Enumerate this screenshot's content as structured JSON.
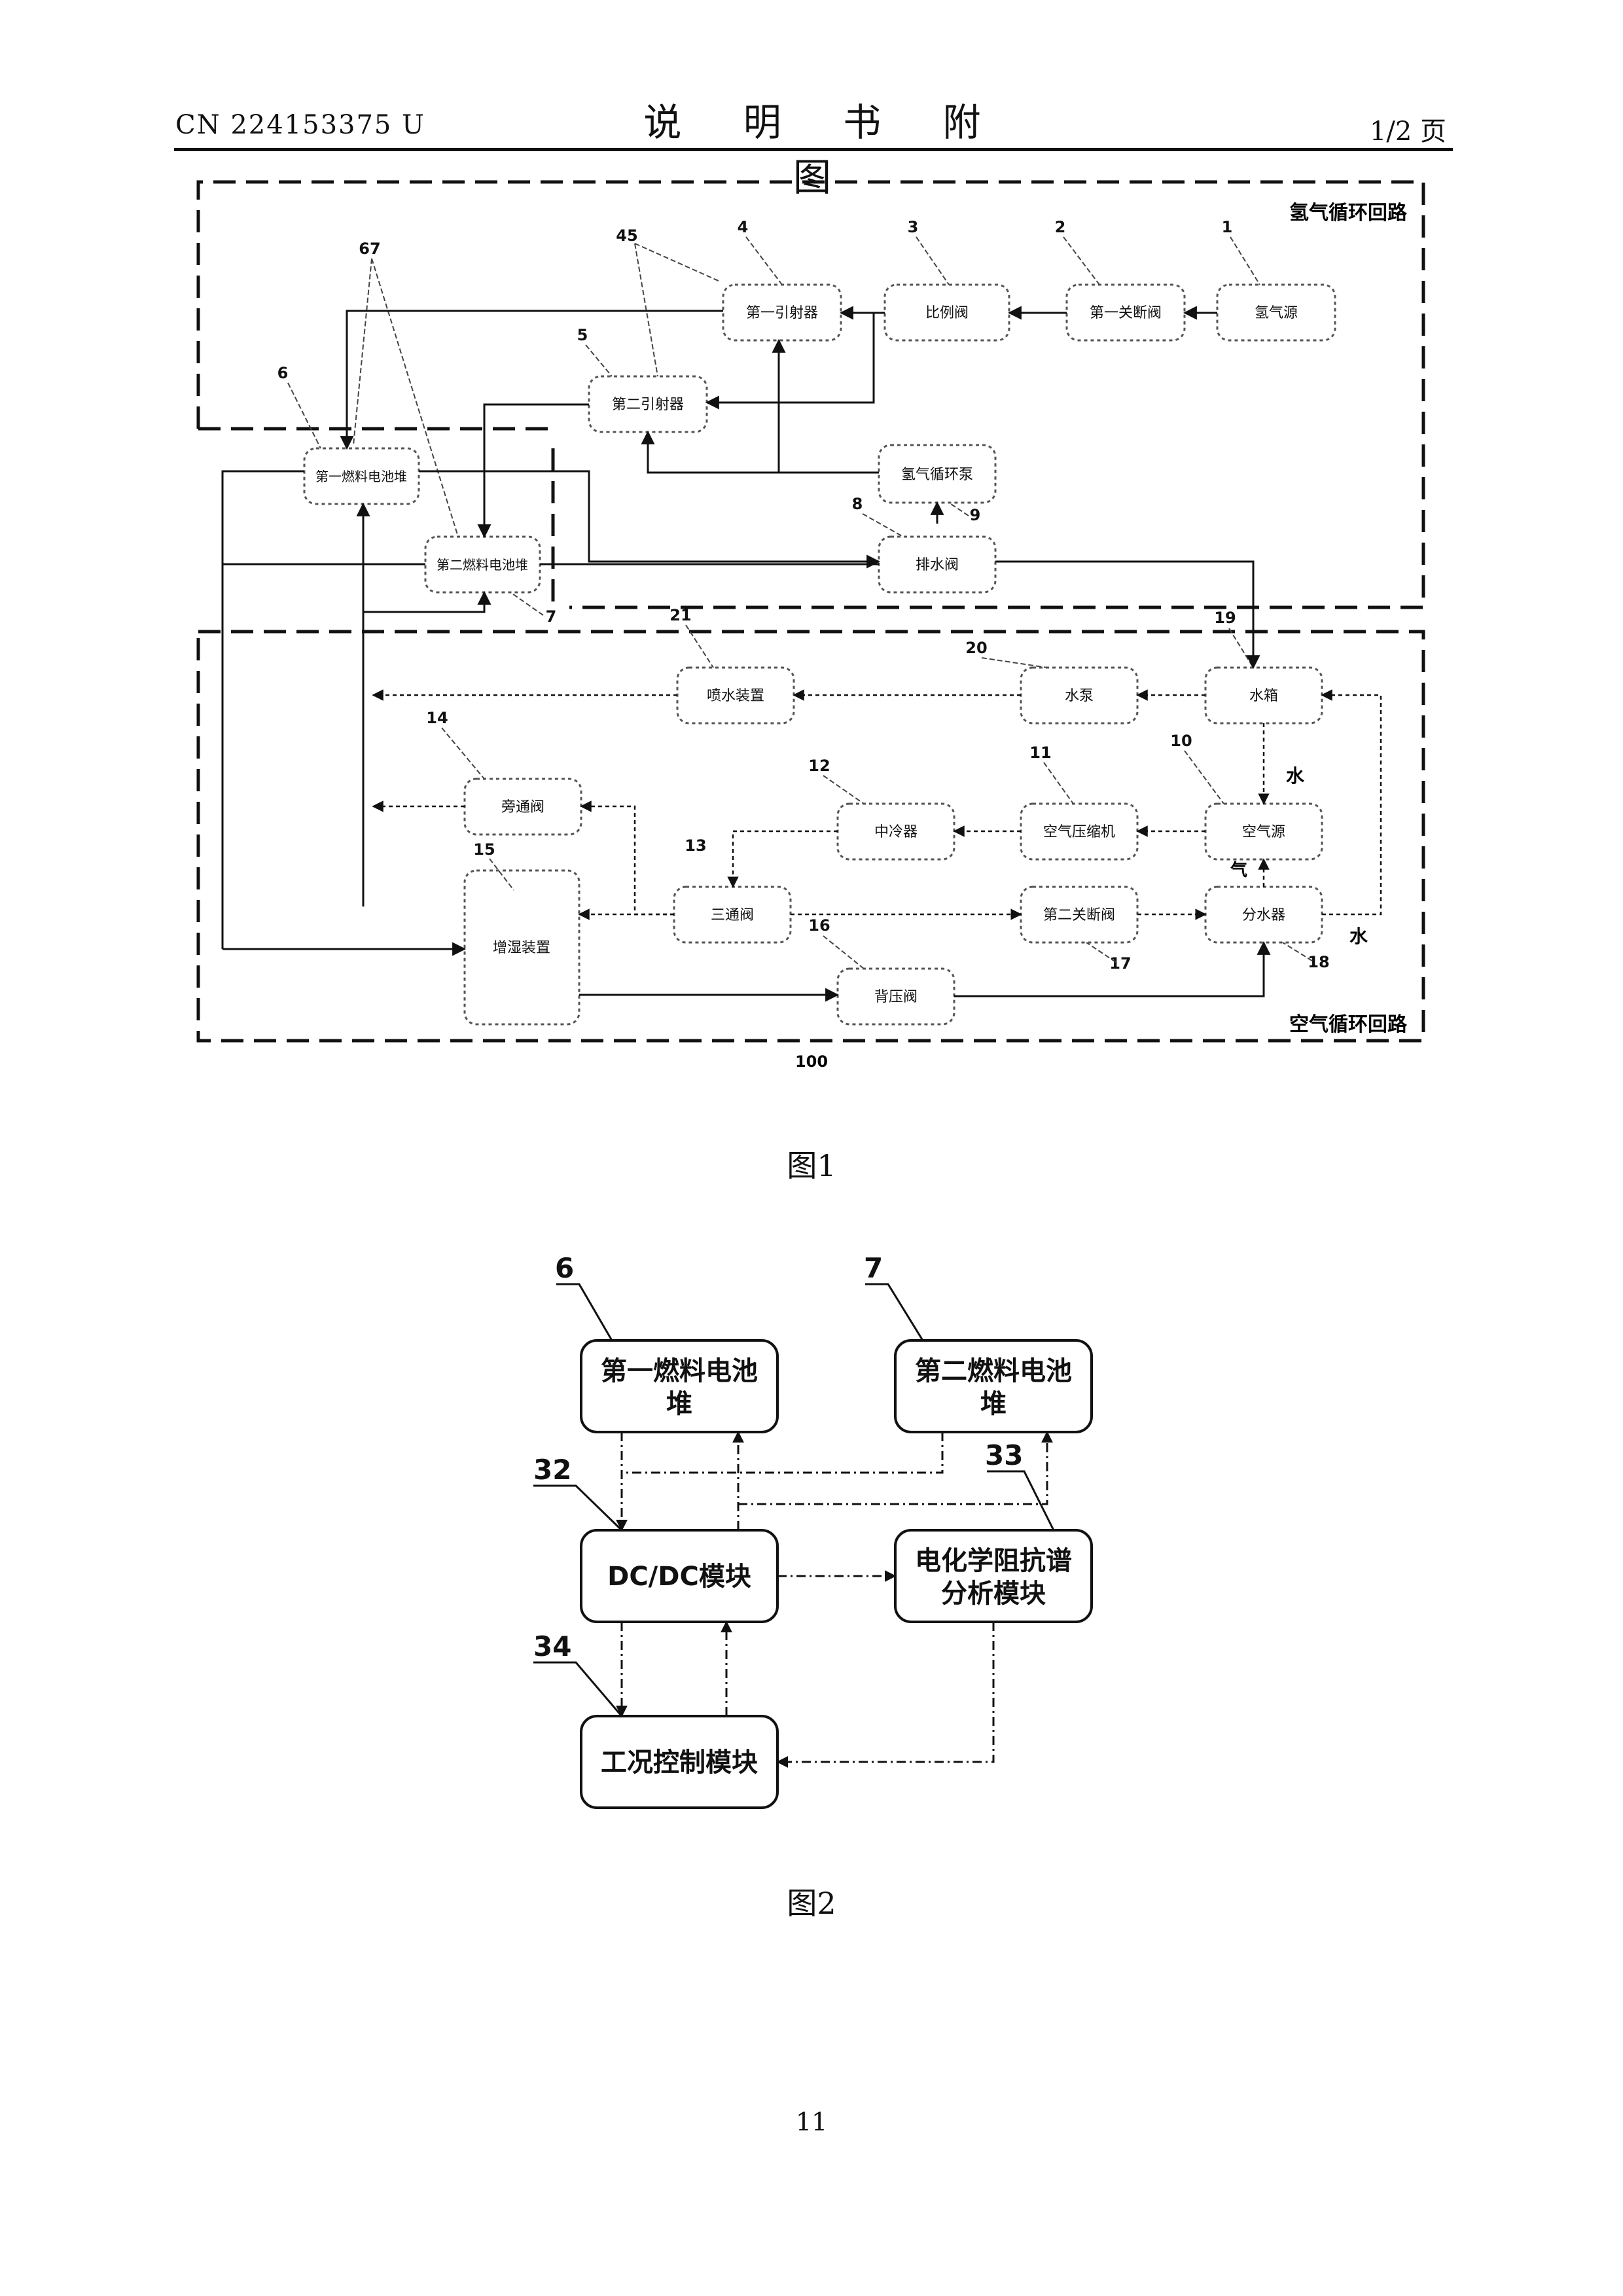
{
  "header": {
    "patent_number": "CN 224153375 U",
    "section_title": "说 明 书 附 图",
    "page_indicator": "1/2 页"
  },
  "figure1": {
    "caption": "图1",
    "system_ref": "100",
    "loop_labels": {
      "hydrogen": "氢气循环回路",
      "air": "空气循环回路"
    },
    "blocks": {
      "hydrogen_source": {
        "ref": "1",
        "label": "氢气源"
      },
      "first_shutoff_valve": {
        "ref": "2",
        "label": "第一关断阀"
      },
      "proportional_valve": {
        "ref": "3",
        "label": "比例阀"
      },
      "first_ejector": {
        "ref": "4",
        "label": "第一引射器"
      },
      "ejector_group_ref": "45",
      "second_ejector": {
        "ref": "5",
        "label": "第二引射器"
      },
      "first_stack": {
        "ref": "6",
        "label": "第一燃料电池堆"
      },
      "stack_group_ref": "67",
      "second_stack": {
        "ref": "7",
        "label": "第二燃料电池堆"
      },
      "drain_valve": {
        "ref": "8",
        "label": "排水阀"
      },
      "hydrogen_pump": {
        "ref": "9",
        "label": "氢气循环泵"
      },
      "air_source": {
        "ref": "10",
        "label": "空气源"
      },
      "air_compressor": {
        "ref": "11",
        "label": "空气压缩机"
      },
      "intercooler": {
        "ref": "12",
        "label": "中冷器"
      },
      "three_way_valve": {
        "ref": "13",
        "label": "三通阀"
      },
      "bypass_valve": {
        "ref": "14",
        "label": "旁通阀"
      },
      "humidifier": {
        "ref": "15",
        "label": "增湿装置"
      },
      "back_pressure_valve": {
        "ref": "16",
        "label": "背压阀"
      },
      "second_shutoff_valve": {
        "ref": "17",
        "label": "第二关断阀"
      },
      "water_separator": {
        "ref": "18",
        "label": "分水器"
      },
      "water_tank": {
        "ref": "19",
        "label": "水箱"
      },
      "water_pump": {
        "ref": "20",
        "label": "水泵"
      },
      "water_spray": {
        "ref": "21",
        "label": "喷水装置"
      }
    },
    "flow_labels": {
      "water_1": "水",
      "gas": "气",
      "water_2": "水"
    }
  },
  "figure2": {
    "caption": "图2",
    "blocks": {
      "first_stack": {
        "ref": "6",
        "line1": "第一燃料电池",
        "line2": "堆"
      },
      "second_stack": {
        "ref": "7",
        "line1": "第二燃料电池",
        "line2": "堆"
      },
      "dcdc": {
        "ref": "32",
        "label": "DC/DC模块"
      },
      "eis": {
        "ref": "33",
        "line1": "电化学阻抗谱",
        "line2": "分析模块"
      },
      "control": {
        "ref": "34",
        "label": "工况控制模块"
      }
    }
  },
  "page_number": "11"
}
